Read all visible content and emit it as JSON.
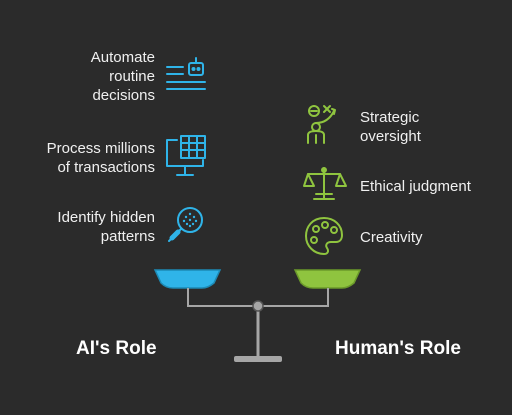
{
  "ai_side": {
    "heading": "AI's Role",
    "items": [
      {
        "line1": "Automate",
        "line2": "routine",
        "line3": "decisions",
        "icon": "robot-list-icon"
      },
      {
        "line1": "Process millions",
        "line2": "of transactions",
        "icon": "computer-spreadsheet-icon"
      },
      {
        "line1": "Identify hidden",
        "line2": "patterns",
        "icon": "magnifier-pattern-icon"
      }
    ]
  },
  "human_side": {
    "heading": "Human's Role",
    "items": [
      {
        "line1": "Strategic",
        "line2": "oversight",
        "icon": "strategist-icon"
      },
      {
        "line1": "Ethical judgment",
        "icon": "justice-scale-icon"
      },
      {
        "line1": "Creativity",
        "icon": "paint-palette-icon"
      }
    ]
  },
  "colors": {
    "background": "#2b2b2b",
    "ai_accent": "#2fb4e9",
    "human_accent": "#8fc43f",
    "scale_gray": "#a6a6a6"
  }
}
